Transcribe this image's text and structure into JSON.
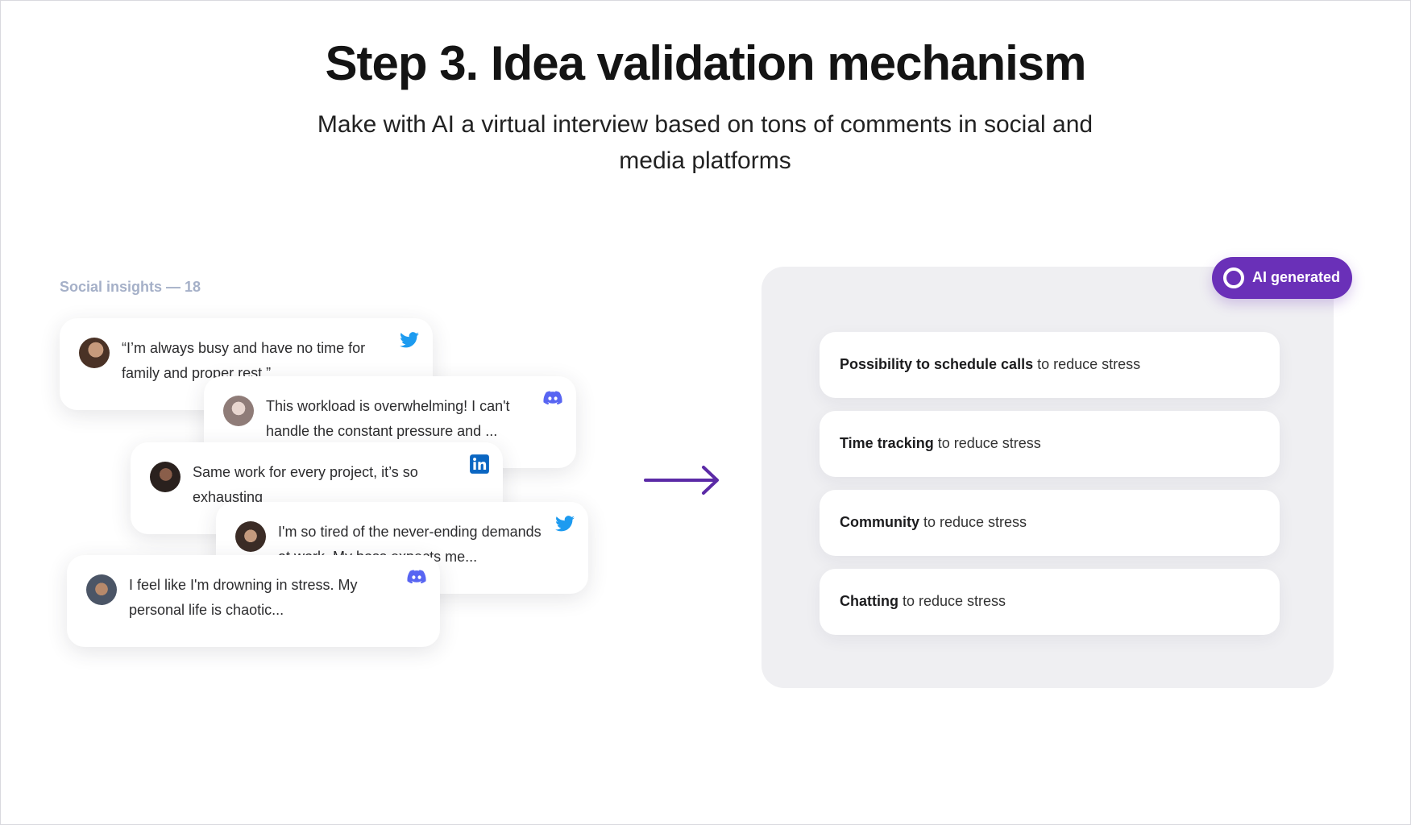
{
  "header": {
    "title": "Step 3. Idea validation mechanism",
    "subtitle": "Make with AI a virtual interview based on tons of comments in social and media platforms"
  },
  "insights": {
    "label": "Social insights — 18",
    "cards": [
      {
        "text": "“I’m always busy and have no time for family and proper rest.”",
        "platform": "twitter-icon",
        "avatar_color": "#4a3226"
      },
      {
        "text": "This workload is overwhelming! I can't handle the constant pressure and ...",
        "platform": "discord-icon",
        "avatar_color": "#8f7c78"
      },
      {
        "text": "Same work for every project, it’s so exhausting",
        "platform": "linkedin-icon",
        "avatar_color": "#2a211e"
      },
      {
        "text": "I'm so tired of the never-ending demands at work. My boss expects me...",
        "platform": "twitter-icon",
        "avatar_color": "#3b2c26"
      },
      {
        "text": "I feel like I'm drowning in stress. My personal life is chaotic...",
        "platform": "discord-icon",
        "avatar_color": "#4b5566"
      }
    ]
  },
  "colors": {
    "accent_purple": "#6a30b8",
    "twitter": "#1d9bf0",
    "discord": "#5865f2",
    "linkedin": "#0a66c2",
    "panel_bg": "#efeff2"
  },
  "ai_panel": {
    "badge": "AI generated",
    "features": [
      {
        "bold": "Possibility to schedule calls",
        "rest": " to reduce stress"
      },
      {
        "bold": "Time tracking",
        "rest": " to reduce stress"
      },
      {
        "bold": "Community",
        "rest": " to reduce stress"
      },
      {
        "bold": "Chatting",
        "rest": " to reduce stress"
      }
    ]
  }
}
